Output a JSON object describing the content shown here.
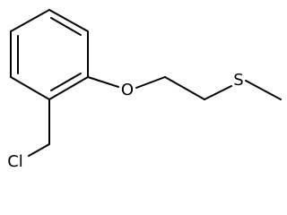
{
  "molecule": {
    "atoms": {
      "oxygen": "O",
      "sulfur": "S",
      "chlorine": "Cl"
    }
  }
}
